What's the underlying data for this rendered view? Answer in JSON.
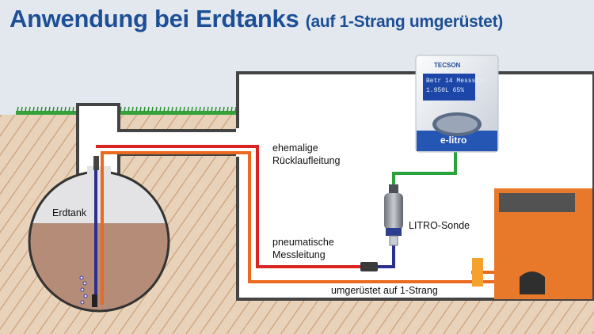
{
  "title": {
    "main": "Anwendung bei Erdtanks",
    "sub": "(auf 1-Strang umgerüstet)"
  },
  "device": {
    "brand": "TECSON",
    "name": "e-litro",
    "display_line1": "Betr 14 Messstel",
    "display_line2": "1.950L        65%"
  },
  "labels": {
    "erdtank": "Erdtank",
    "ehemalige_line1": "ehemalige",
    "ehemalige_line2": "Rücklaufleitung",
    "sonde": "LITRO-Sonde",
    "pneumatische_line1": "pneumatische",
    "pneumatische_line2": "Messleitung",
    "umgeruestet": "umgerüstet auf 1-Strang"
  },
  "colors": {
    "title": "#1d4f96",
    "background": "#e3e8ef",
    "soil": "#d8b898",
    "grass": "#35a33a",
    "tank_fluid": "#b48c78",
    "pipe_red": "#d9241f",
    "pipe_orange": "#ea6a1f",
    "pipe_green": "#2aa33c",
    "pipe_blue": "#2b2f8f",
    "burner": "#e8782a"
  }
}
